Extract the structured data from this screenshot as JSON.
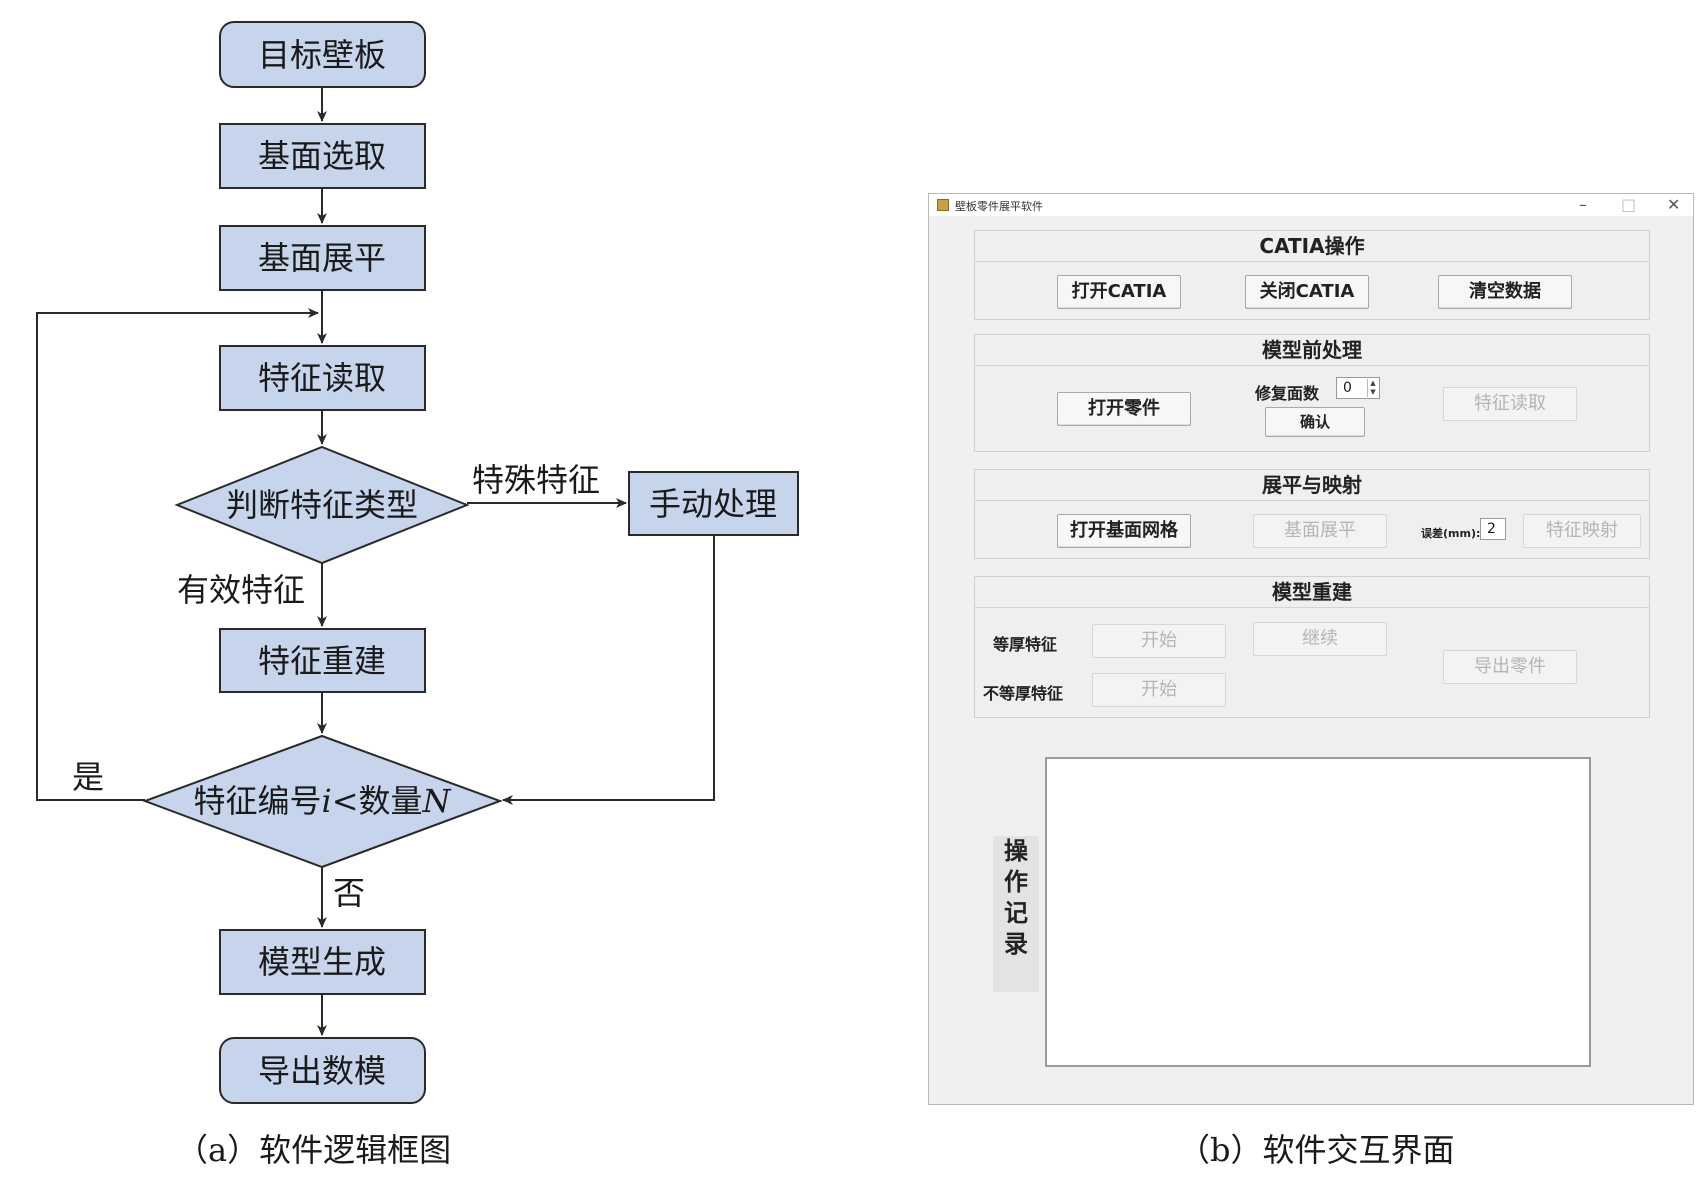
{
  "diagram": {
    "nodes": [
      {
        "id": "target",
        "label": "目标壁板",
        "shape": "rounded"
      },
      {
        "id": "base-select",
        "label": "基面选取",
        "shape": "rect"
      },
      {
        "id": "base-flatten",
        "label": "基面展平",
        "shape": "rect"
      },
      {
        "id": "feature-read",
        "label": "特征读取",
        "shape": "rect"
      },
      {
        "id": "judge-type",
        "label": "判断特征类型",
        "shape": "diamond"
      },
      {
        "id": "manual",
        "label": "手动处理",
        "shape": "rect"
      },
      {
        "id": "feature-rebuild",
        "label": "特征重建",
        "shape": "rect"
      },
      {
        "id": "count-check",
        "label_pre": "特征编号",
        "label_i": "i",
        "label_mid": "<数量",
        "label_n": "N",
        "shape": "diamond"
      },
      {
        "id": "model-gen",
        "label": "模型生成",
        "shape": "rect"
      },
      {
        "id": "export",
        "label": "导出数模",
        "shape": "rounded"
      }
    ],
    "edges": [
      {
        "from": "target",
        "to": "base-select",
        "label": ""
      },
      {
        "from": "base-select",
        "to": "base-flatten",
        "label": ""
      },
      {
        "from": "base-flatten",
        "to": "feature-read",
        "label": ""
      },
      {
        "from": "feature-read",
        "to": "judge-type",
        "label": ""
      },
      {
        "from": "judge-type",
        "to": "manual",
        "label": "特殊特征"
      },
      {
        "from": "judge-type",
        "to": "feature-rebuild",
        "label": "有效特征"
      },
      {
        "from": "feature-rebuild",
        "to": "count-check",
        "label": ""
      },
      {
        "from": "manual",
        "to": "count-check",
        "label": ""
      },
      {
        "from": "count-check",
        "to": "feature-read",
        "label": "是"
      },
      {
        "from": "count-check",
        "to": "model-gen",
        "label": "否"
      },
      {
        "from": "model-gen",
        "to": "export",
        "label": ""
      }
    ]
  },
  "captions": {
    "a": "（a）软件逻辑框图",
    "b": "（b）软件交互界面"
  },
  "window": {
    "title": "壁板零件展平软件",
    "controls": {
      "minimize": "–",
      "maximize": "□",
      "close": "✕"
    },
    "catia": {
      "heading": "CATIA操作",
      "open": "打开CATIA",
      "close": "关闭CATIA",
      "clear": "清空数据"
    },
    "preprocess": {
      "heading": "模型前处理",
      "open_part": "打开零件",
      "repair_label": "修复面数",
      "repair_value": "0",
      "confirm": "确认",
      "read_features": "特征读取"
    },
    "flatten": {
      "heading": "展平与映射",
      "open_mesh": "打开基面网格",
      "flatten_base": "基面展平",
      "tol_label": "误差(mm):",
      "tol_value": "2",
      "map_features": "特征映射"
    },
    "rebuild": {
      "heading": "模型重建",
      "uniform_label": "等厚特征",
      "uniform_start": "开始",
      "continue": "继续",
      "nonuniform_label": "不等厚特征",
      "nonuniform_start": "开始",
      "export_part": "导出零件"
    },
    "log": {
      "label": "操作记录"
    }
  },
  "colors": {
    "node_fill": "#c7d5ec",
    "node_stroke": "#2a2a2a",
    "edge": "#2a2a2a"
  }
}
